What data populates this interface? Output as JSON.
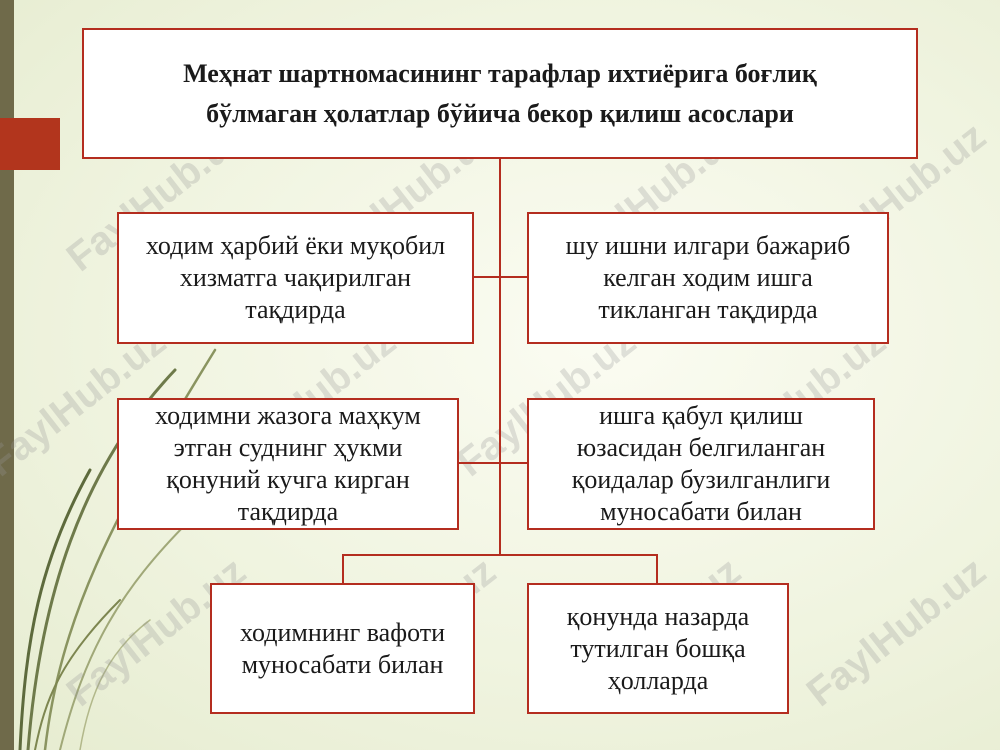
{
  "title": {
    "line1": "Меҳнат шартномасининг тарафлар ихтиёрига боғлиқ",
    "line2": "бўлмаган ҳолатлар бўйича бекор қилиш асослари"
  },
  "boxes": [
    {
      "line1": "ходим ҳарбий ёки муқобил",
      "line2": "хизматга чақирилган",
      "line3": "тақдирда"
    },
    {
      "line1": "шу ишни илгари бажариб",
      "line2": "келган ходим ишга",
      "line3": "тикланган тақдирда"
    },
    {
      "line1": "ходимни жазога маҳкум",
      "line2": "этган суднинг ҳукми",
      "line3": "қонуний кучга кирган",
      "line4": "тақдирда"
    },
    {
      "line1": "ишга қабул қилиш",
      "line2": "юзасидан белгиланган",
      "line3": "қоидалар бузилганлиги",
      "line4": "муносабати билан"
    },
    {
      "line1": "ходимнинг вафоти",
      "line2": "муносабати билан"
    },
    {
      "line1": "қонунда назарда",
      "line2": "тутилган бошқа",
      "line3": "ҳолларда"
    }
  ],
  "watermark": "FaylHub.uz",
  "colors": {
    "border": "#b42d1f",
    "sidebar": "#6f6a4a",
    "accent": "#b2351d"
  }
}
